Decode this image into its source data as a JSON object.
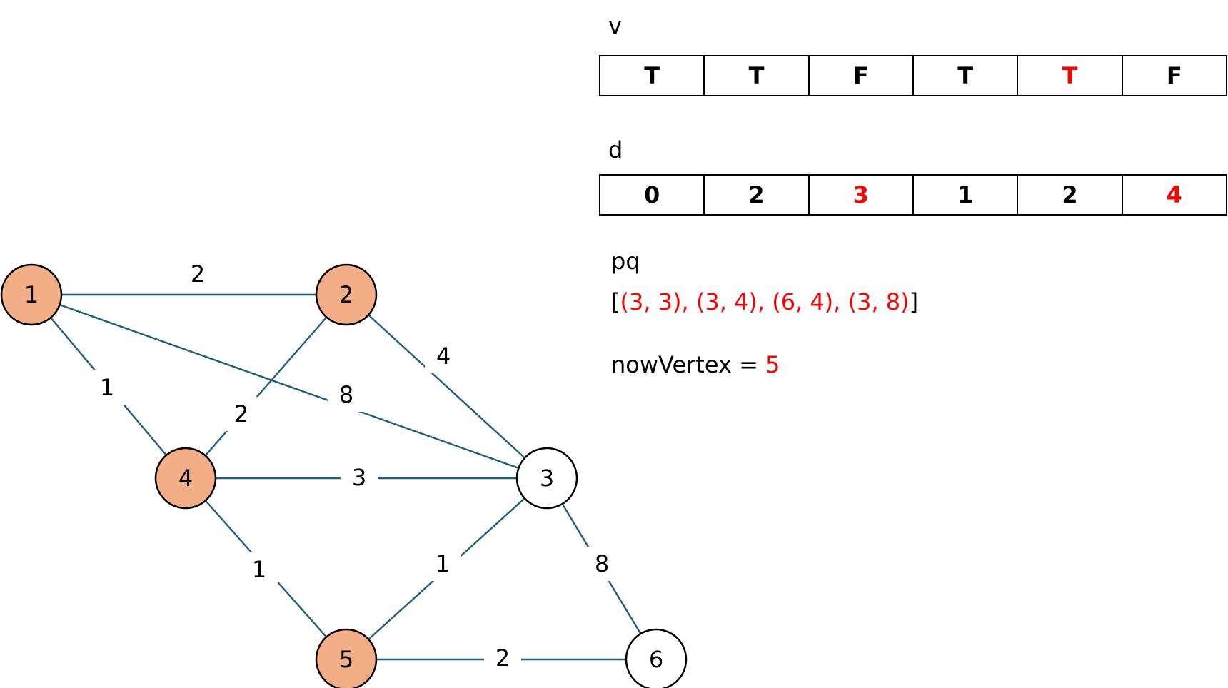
{
  "arrays": {
    "v": {
      "label": "v",
      "cells": [
        {
          "value": "T",
          "highlight": false
        },
        {
          "value": "T",
          "highlight": false
        },
        {
          "value": "F",
          "highlight": false
        },
        {
          "value": "T",
          "highlight": false
        },
        {
          "value": "T",
          "highlight": true
        },
        {
          "value": "F",
          "highlight": false
        }
      ]
    },
    "d": {
      "label": "d",
      "cells": [
        {
          "value": "0",
          "highlight": false
        },
        {
          "value": "2",
          "highlight": false
        },
        {
          "value": "3",
          "highlight": true
        },
        {
          "value": "1",
          "highlight": false
        },
        {
          "value": "2",
          "highlight": false
        },
        {
          "value": "4",
          "highlight": true
        }
      ]
    }
  },
  "pq": {
    "label": "pq",
    "open_bracket": "[",
    "content": "(3, 3), (3, 4), (6, 4), (3, 8)",
    "close_bracket": "]"
  },
  "now_vertex": {
    "label": "nowVertex",
    "operator": "=",
    "value": "5"
  },
  "graph": {
    "nodes": [
      {
        "id": "1",
        "label": "1",
        "visited": true
      },
      {
        "id": "2",
        "label": "2",
        "visited": true
      },
      {
        "id": "3",
        "label": "3",
        "visited": false
      },
      {
        "id": "4",
        "label": "4",
        "visited": true
      },
      {
        "id": "5",
        "label": "5",
        "visited": true
      },
      {
        "id": "6",
        "label": "6",
        "visited": false
      }
    ],
    "edges": [
      {
        "from": "1",
        "to": "2",
        "weight": "2"
      },
      {
        "from": "1",
        "to": "4",
        "weight": "1"
      },
      {
        "from": "1",
        "to": "3",
        "weight": "8"
      },
      {
        "from": "2",
        "to": "3",
        "weight": "4"
      },
      {
        "from": "2",
        "to": "4",
        "weight": "2"
      },
      {
        "from": "4",
        "to": "3",
        "weight": "3"
      },
      {
        "from": "4",
        "to": "5",
        "weight": "1"
      },
      {
        "from": "5",
        "to": "3",
        "weight": "1"
      },
      {
        "from": "3",
        "to": "6",
        "weight": "8"
      },
      {
        "from": "5",
        "to": "6",
        "weight": "2"
      }
    ]
  },
  "colors": {
    "visited_node": "#f2ae86",
    "unvisited_node": "#ffffff",
    "edge": "#1f5f7a",
    "highlight_text": "#ff0000",
    "text": "#000000"
  }
}
